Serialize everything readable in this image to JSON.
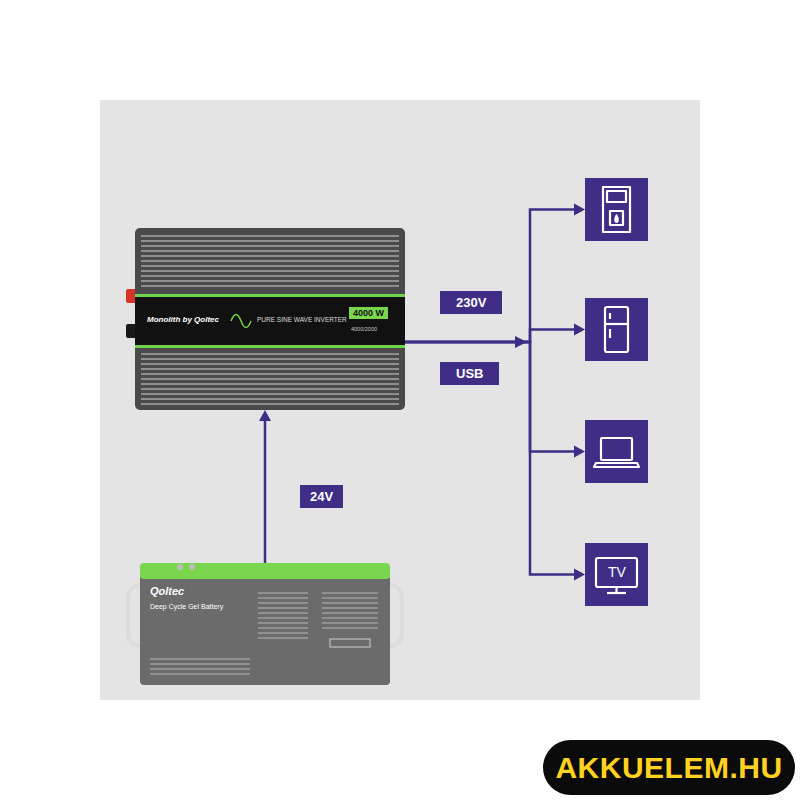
{
  "diagram": {
    "nodes": [
      {
        "text": [
          "Monolith by Qoltec",
          "PURE SINE WAVE INVERTER",
          "4000 W",
          "4000/2000"
        ]
      },
      {
        "text": [
          "Qoltec",
          "Deep Cycle Gel Battery"
        ]
      },
      {
        "text": []
      },
      {
        "text": []
      },
      {
        "text": []
      },
      {
        "text": [
          "TV"
        ]
      }
    ],
    "edges": [
      {
        "from": 1,
        "to": 0,
        "arrow": "to",
        "label": "24V"
      },
      {
        "from": 0,
        "to": 2,
        "arrow": "to"
      },
      {
        "from": 0,
        "to": 3,
        "arrow": "to"
      },
      {
        "from": 0,
        "to": 4,
        "arrow": "to"
      },
      {
        "from": 0,
        "to": 5,
        "arrow": "to"
      }
    ],
    "labels": [
      "230V",
      "USB",
      "AKKUELEM.HU"
    ]
  }
}
